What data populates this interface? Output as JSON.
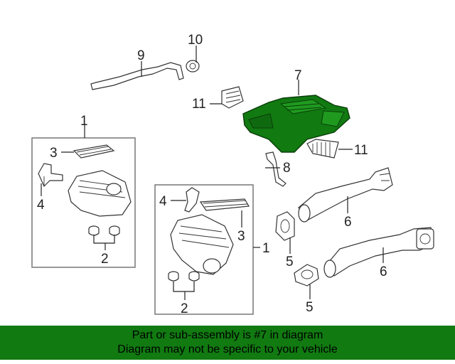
{
  "callouts": {
    "p1a": "1",
    "p1b": "1",
    "p2a": "2",
    "p2b": "2",
    "p3a": "3",
    "p3b": "3",
    "p4a": "4",
    "p4b": "4",
    "p5a": "5",
    "p5b": "5",
    "p6a": "6",
    "p6b": "6",
    "p7": "7",
    "p8": "8",
    "p9": "9",
    "p10": "10",
    "p11a": "11",
    "p11b": "11"
  },
  "highlight": {
    "part": "7",
    "color": "#117a11"
  },
  "footer": {
    "line1": "Part or sub-assembly is #7 in diagram",
    "line2": "Diagram may not be specific to your vehicle",
    "background": "#117a11"
  }
}
